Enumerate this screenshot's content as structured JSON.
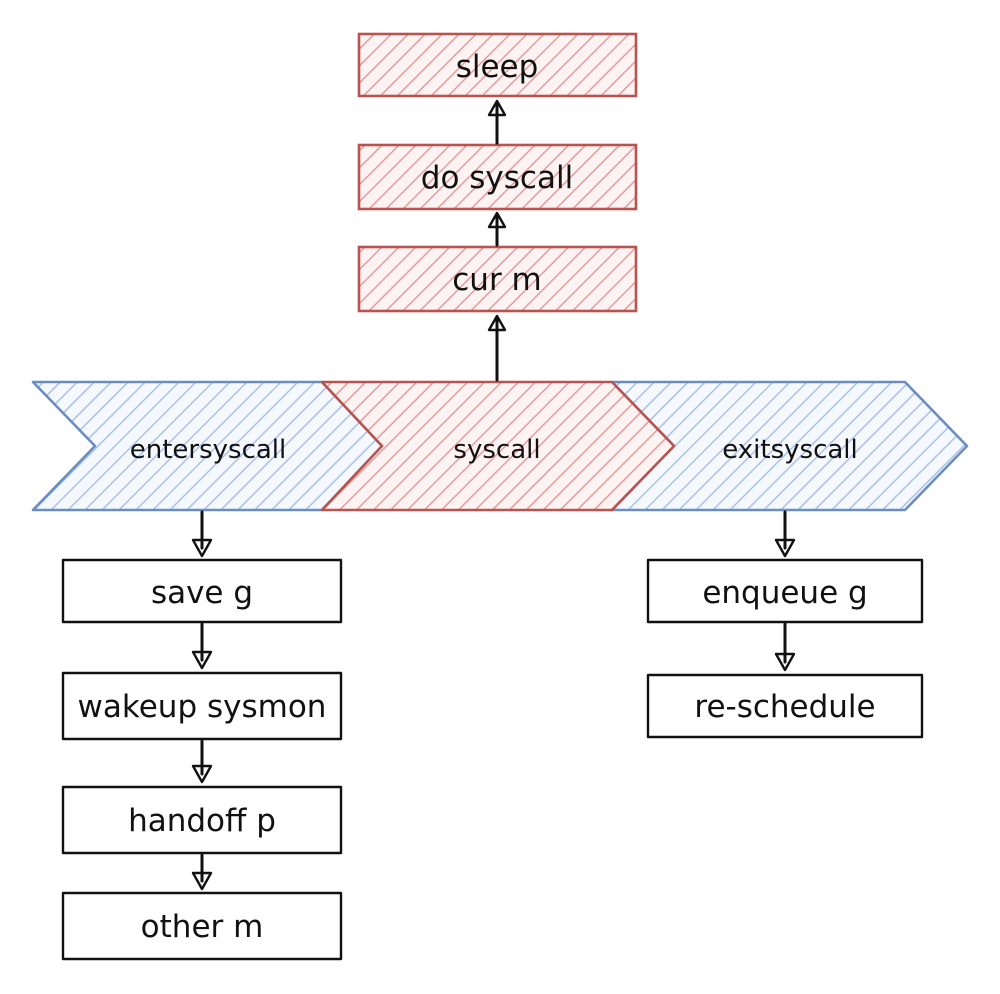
{
  "colors": {
    "red_fill": "#f4c7c7",
    "red_stroke": "#b85450",
    "blue_fill": "#c9d8f0",
    "blue_stroke": "#6c8ebf",
    "black_stroke": "#111111"
  },
  "chevrons": {
    "entersyscall": "entersyscall",
    "syscall": "syscall",
    "exitsyscall": "exitsyscall"
  },
  "up_stack": {
    "sleep": "sleep",
    "do_syscall": "do syscall",
    "cur_m": "cur m"
  },
  "left_chain": {
    "save_g": "save g",
    "wakeup_sysmon": "wakeup sysmon",
    "handoff_p": "handoff p",
    "other_m": "other m"
  },
  "right_chain": {
    "enqueue_g": "enqueue g",
    "re_schedule": "re-schedule"
  }
}
